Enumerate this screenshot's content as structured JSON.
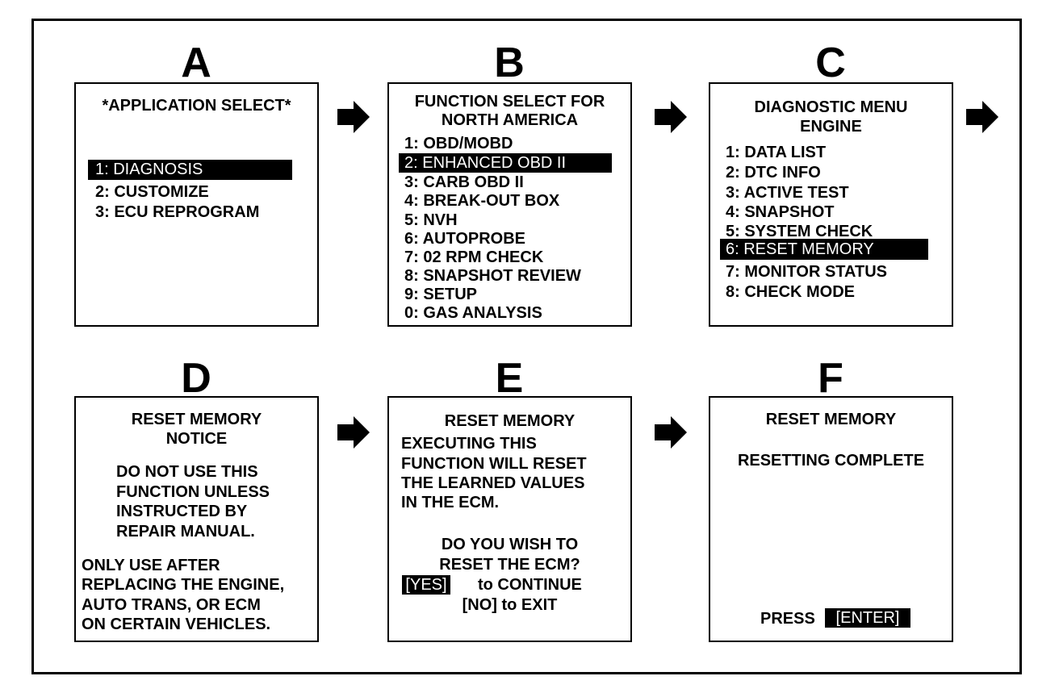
{
  "panels": {
    "A": {
      "letter": "A",
      "title": "*APPLICATION SELECT*",
      "items": [
        "1: DIAGNOSIS",
        "2:  CUSTOMIZE",
        "3:  ECU REPROGRAM"
      ]
    },
    "B": {
      "letter": "B",
      "title1": "FUNCTION SELECT FOR",
      "title2": "NORTH AMERICA",
      "items": [
        "1:  OBD/MOBD",
        "2:  ENHANCED OBD II",
        "3:  CARB OBD II",
        "4:  BREAK-OUT BOX",
        "5:  NVH",
        "6:  AUTOPROBE",
        "7:  02 RPM CHECK",
        "8:  SNAPSHOT REVIEW",
        "9:  SETUP",
        "0:  GAS ANALYSIS"
      ]
    },
    "C": {
      "letter": "C",
      "title1": "DIAGNOSTIC MENU",
      "title2": "ENGINE",
      "items": [
        "1:  DATA LIST",
        "2:  DTC INFO",
        "3:  ACTIVE TEST",
        "4:  SNAPSHOT",
        "5:  SYSTEM CHECK",
        "6:  RESET MEMORY",
        "7:  MONITOR STATUS",
        "8:  CHECK MODE"
      ]
    },
    "D": {
      "letter": "D",
      "title1": "RESET MEMORY",
      "title2": "NOTICE",
      "warn": [
        "DO NOT USE THIS",
        "FUNCTION UNLESS",
        "INSTRUCTED BY",
        "REPAIR MANUAL."
      ],
      "note": [
        "ONLY USE AFTER",
        "REPLACING THE ENGINE,",
        "AUTO TRANS, OR ECM",
        "ON CERTAIN VEHICLES."
      ]
    },
    "E": {
      "letter": "E",
      "title": "RESET MEMORY",
      "body": [
        "EXECUTING THIS",
        "FUNCTION WILL RESET",
        "THE LEARNED VALUES",
        "IN THE ECM."
      ],
      "ask1": "DO YOU WISH TO",
      "ask2": "RESET THE ECM?",
      "yes_key": "[YES]",
      "yes_text": "to CONTINUE",
      "no_line": "[NO] to EXIT"
    },
    "F": {
      "letter": "F",
      "title": "RESET MEMORY",
      "status": "RESETTING COMPLETE",
      "press": "PRESS",
      "enter_key": "[ENTER]"
    }
  }
}
